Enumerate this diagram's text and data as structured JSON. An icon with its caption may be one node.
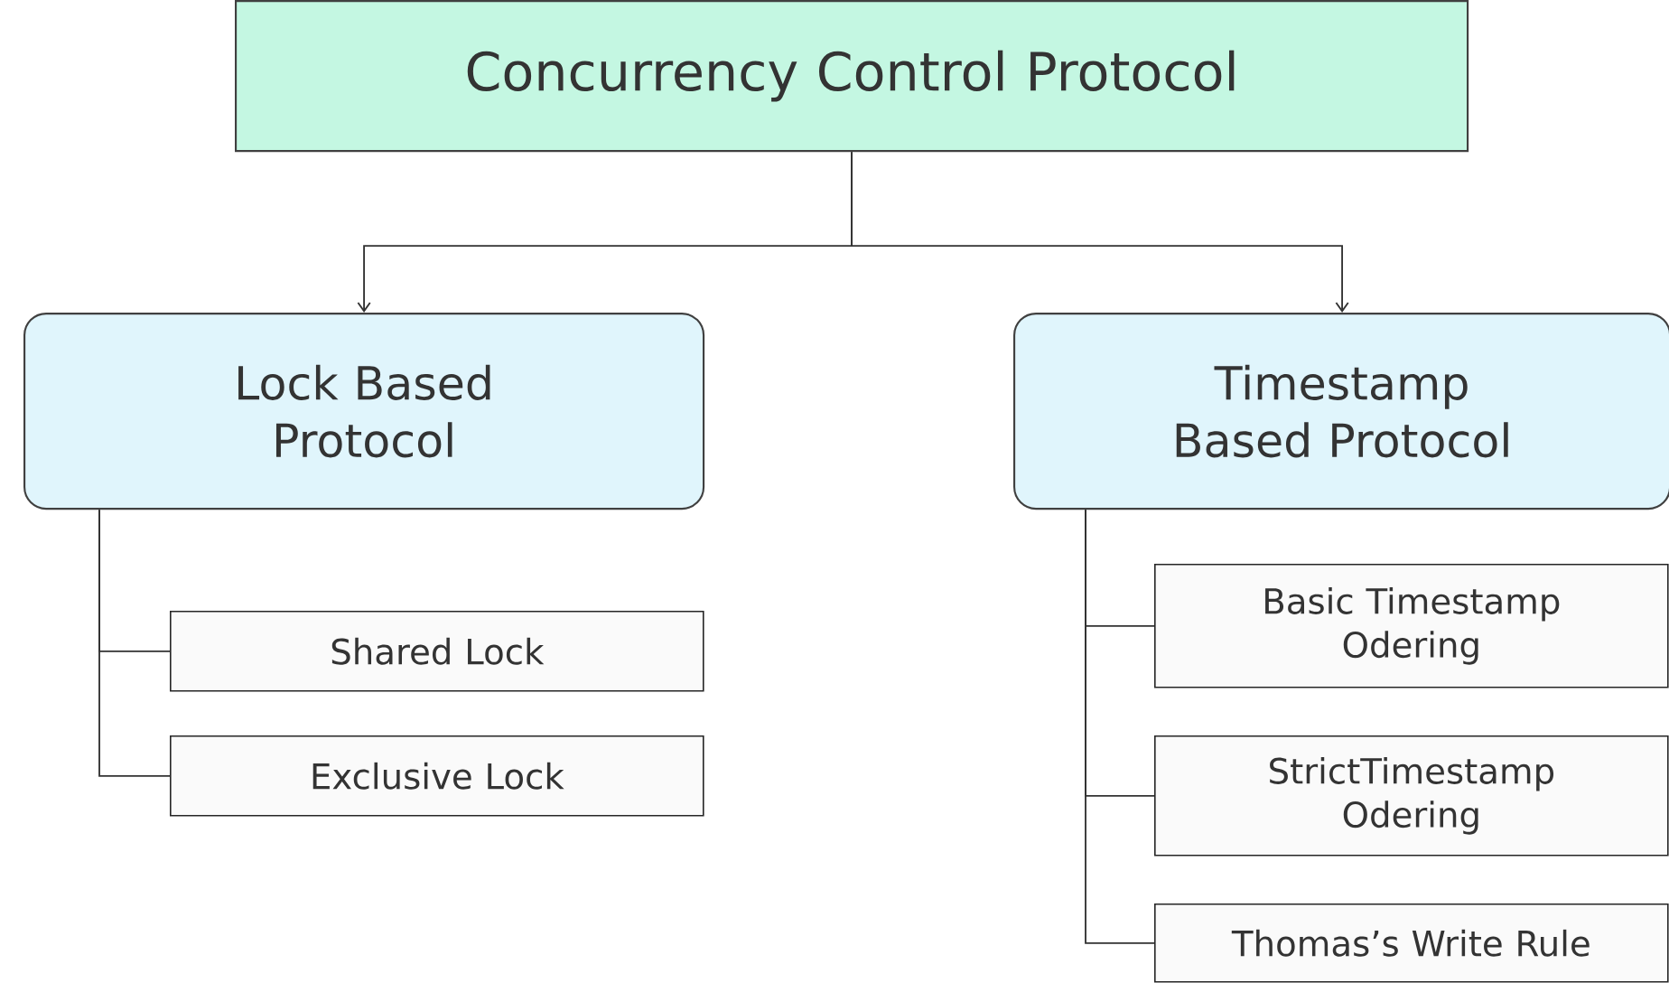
{
  "diagram": {
    "nodes": [
      {
        "text": [
          "Concurrency Control Protocol"
        ]
      },
      {
        "text": [
          "Lock Based Protocol"
        ]
      },
      {
        "text": [
          "Timestamp Based Protocol"
        ]
      },
      {
        "text": [
          "Shared Lock"
        ]
      },
      {
        "text": [
          "Exclusive Lock"
        ]
      },
      {
        "text": [
          "Basic Timestamp Odering"
        ]
      },
      {
        "text": [
          "StrictTimestamp Odering"
        ]
      },
      {
        "text": [
          "Thomas’s Write Rule"
        ]
      }
    ],
    "edges": [
      {
        "from": 0,
        "to": 1,
        "arrow": "to"
      },
      {
        "from": 0,
        "to": 2,
        "arrow": "to"
      },
      {
        "from": 1,
        "to": 3,
        "arrow": "none"
      },
      {
        "from": 1,
        "to": 4,
        "arrow": "none"
      },
      {
        "from": 2,
        "to": 5,
        "arrow": "none"
      },
      {
        "from": 2,
        "to": 6,
        "arrow": "none"
      },
      {
        "from": 2,
        "to": 7,
        "arrow": "none"
      }
    ]
  }
}
